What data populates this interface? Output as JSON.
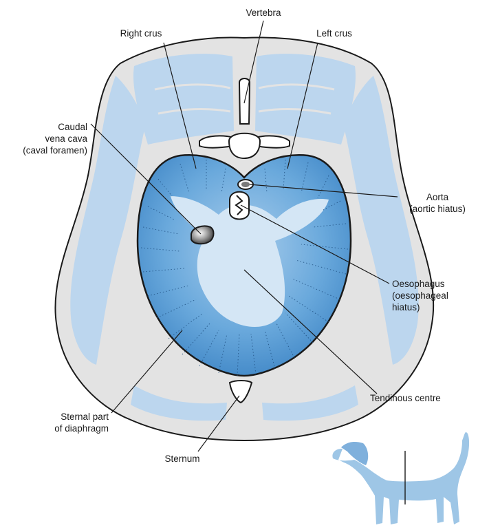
{
  "labels": {
    "vertebra": "Vertebra",
    "right_crus": "Right crus",
    "left_crus": "Left crus",
    "caudal_vena_cava": [
      "Caudal",
      "vena cava",
      "(caval foramen)"
    ],
    "aorta": [
      "Aorta",
      "(aortic hiatus)"
    ],
    "oesophagus": [
      "Oesophagus",
      "(oesophageal",
      "hiatus)"
    ],
    "tendinous_centre": "Tendinous centre",
    "sternal_part": [
      "Sternal part",
      "of diaphragm"
    ],
    "sternum": "Sternum"
  },
  "colors": {
    "body_wall": "#e3e3e3",
    "muscle_light": "#bcd6ee",
    "diaphragm_blue": "#5b9fd6",
    "tendinous_centre": "#d4e6f5",
    "dog_silhouette": "#9ec6e6",
    "outline": "#1a1a1a"
  }
}
